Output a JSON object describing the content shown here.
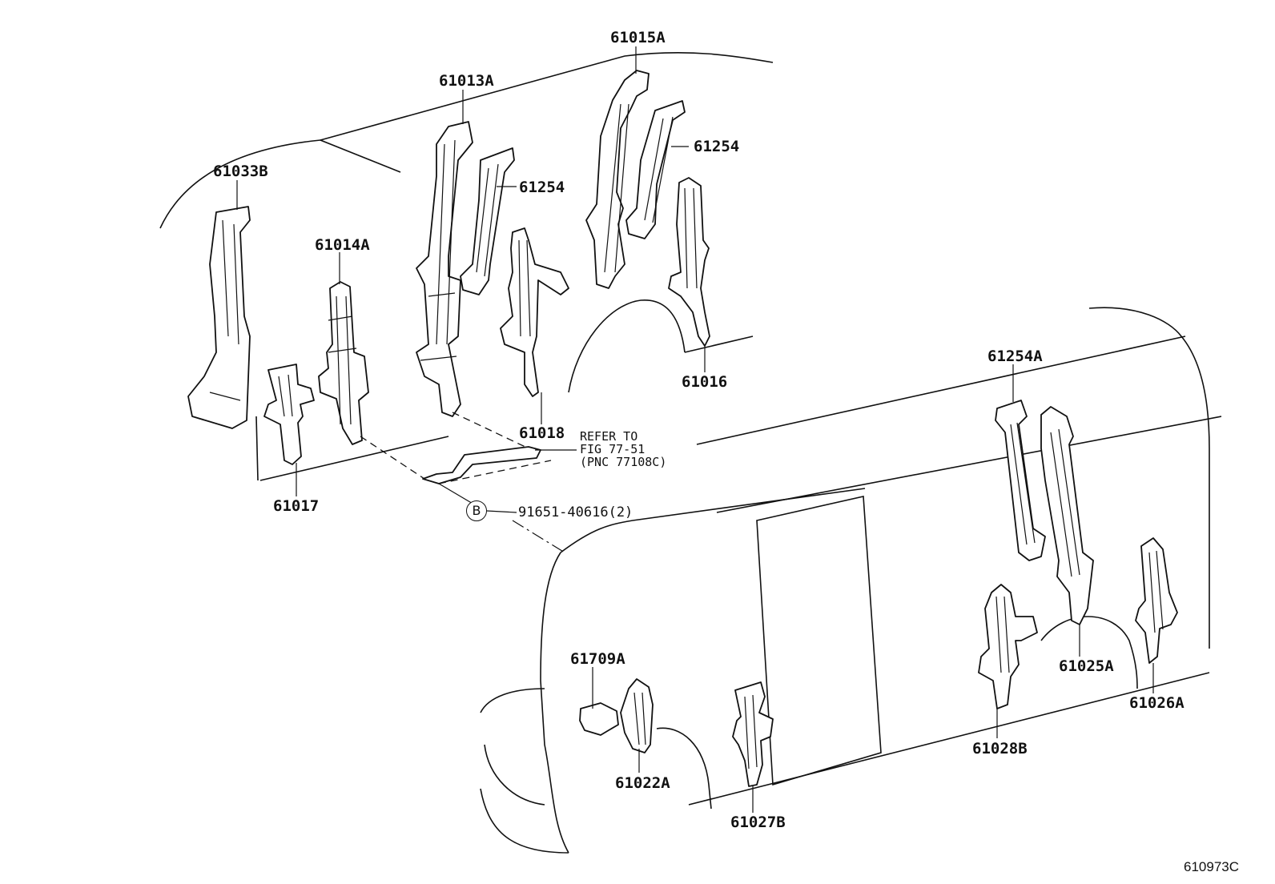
{
  "parts": {
    "p61015A": "61015A",
    "p61013A": "61013A",
    "p61254_upper": "61254",
    "p61254_mid": "61254",
    "p61033B": "61033B",
    "p61014A": "61014A",
    "p61016": "61016",
    "p61018": "61018",
    "p61017": "61017",
    "p61254A": "61254A",
    "p61709A": "61709A",
    "p61025A": "61025A",
    "p61026A": "61026A",
    "p61022A": "61022A",
    "p61028B": "61028B",
    "p61027B": "61027B"
  },
  "reference_note": {
    "line1": "REFER TO",
    "line2": "FIG 77-51",
    "line3": "(PNC 77108C)"
  },
  "callout": {
    "letter": "B",
    "part_number": "91651-40616(2)"
  },
  "figure_id": "610973C"
}
